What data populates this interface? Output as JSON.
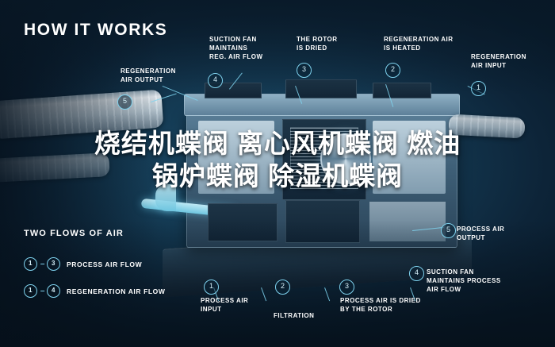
{
  "header": {
    "title": "HOW IT WORKS"
  },
  "watermark": {
    "text": "烧结机蝶阀 离心风机蝶阀 燃油锅炉蝶阀 除湿机蝶阀"
  },
  "callouts": [
    {
      "id": "suction-fan-top",
      "number": "4",
      "text": "SUCTION FAN\nMAINTAINS\nREG. AIR FLOW"
    },
    {
      "id": "rotor-dried",
      "number": "3",
      "text": "THE ROTOR\nIS DRIED"
    },
    {
      "id": "regen-air-heated",
      "number": "2",
      "text": "REGENERATION AIR\nIS HEATED"
    },
    {
      "id": "regen-air-input",
      "number": "1",
      "text": "REGENERATION\nAIR INPUT"
    },
    {
      "id": "regen-air-output",
      "number": "5",
      "text": "REGENERATION\nAIR OUTPUT"
    },
    {
      "id": "process-air-output",
      "number": "5",
      "text": "PROCESS AIR\nOUTPUT"
    },
    {
      "id": "suction-fan-bottom",
      "number": "4",
      "text": "SUCTION FAN\nMAINTAINS PROCESS\nAIR FLOW"
    },
    {
      "id": "process-air-dried",
      "number": "3",
      "text": "PROCESS AIR IS DRIED\nBY THE ROTOR"
    },
    {
      "id": "filtration",
      "number": "2",
      "text": "FILTRATION"
    },
    {
      "id": "process-air-input",
      "number": "1",
      "text": "PROCESS AIR\nINPUT"
    }
  ],
  "legend": {
    "title": "TWO FLOWS OF AIR",
    "rows": [
      {
        "from": "1",
        "to": "3",
        "label": "PROCESS AIR FLOW"
      },
      {
        "from": "1",
        "to": "4",
        "label": "REGENERATION AIR FLOW"
      }
    ],
    "dash": "–"
  },
  "colors": {
    "accent": "#7fd3ef",
    "background": "#0d2236",
    "text": "#ffffff"
  }
}
